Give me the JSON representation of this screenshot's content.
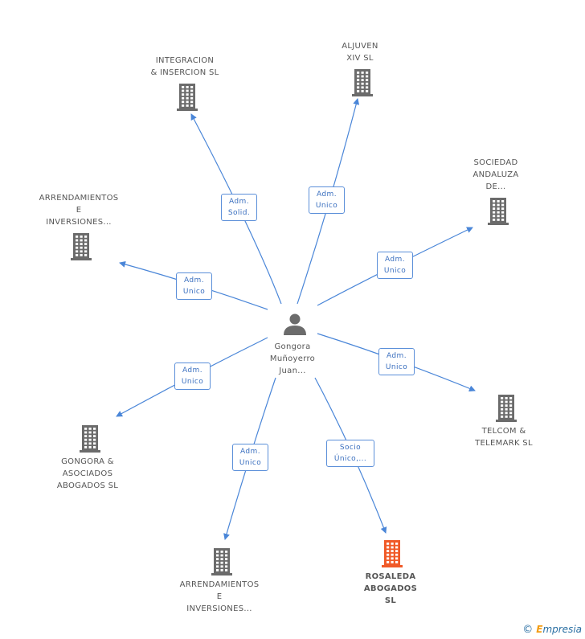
{
  "center": {
    "label": "Gongora\nMuñoyerro\nJuan..."
  },
  "companies": [
    {
      "id": "integracion",
      "label": "INTEGRACION\n& INSERCION SL",
      "highlight": false
    },
    {
      "id": "aljuven",
      "label": "ALJUVEN\nXIV  SL",
      "highlight": false
    },
    {
      "id": "sociedad",
      "label": "SOCIEDAD\nANDALUZA\nDE...",
      "highlight": false
    },
    {
      "id": "arrend1",
      "label": "ARRENDAMIENTOS\nE\nINVERSIONES...",
      "highlight": false
    },
    {
      "id": "telcom",
      "label": "TELCOM &\nTELEMARK SL",
      "highlight": false
    },
    {
      "id": "gongora",
      "label": "GONGORA &\nASOCIADOS\nABOGADOS SL",
      "highlight": false
    },
    {
      "id": "arrend2",
      "label": "ARRENDAMIENTOS\nE\nINVERSIONES...",
      "highlight": false
    },
    {
      "id": "rosaleda",
      "label": "ROSALEDA\nABOGADOS\nSL",
      "highlight": true
    }
  ],
  "relations": [
    {
      "target": "integracion",
      "label": "Adm.\nSolid."
    },
    {
      "target": "aljuven",
      "label": "Adm.\nUnico"
    },
    {
      "target": "sociedad",
      "label": "Adm.\nUnico"
    },
    {
      "target": "arrend1",
      "label": "Adm.\nUnico"
    },
    {
      "target": "telcom",
      "label": "Adm.\nUnico"
    },
    {
      "target": "gongora",
      "label": "Adm.\nUnico"
    },
    {
      "target": "arrend2",
      "label": "Adm.\nUnico"
    },
    {
      "target": "rosaleda",
      "label": "Socio\nÚnico,..."
    }
  ],
  "colors": {
    "edge": "#4a86d8",
    "building": "#6b6b6b",
    "building_highlight": "#f05a28",
    "person": "#6b6b6b"
  },
  "icons": {
    "company": "building-icon",
    "person": "person-icon"
  },
  "watermark": {
    "symbol": "©",
    "brand_initial": "E",
    "brand_rest": "mpresia"
  }
}
